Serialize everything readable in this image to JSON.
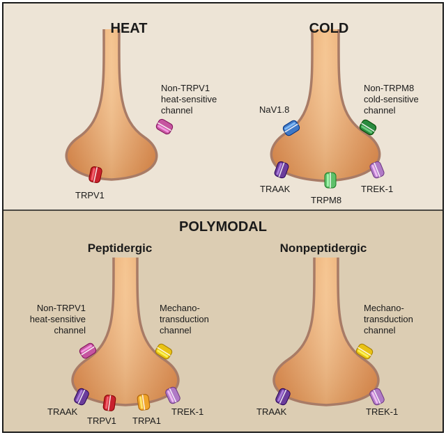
{
  "panels": {
    "heat": {
      "title": "HEAT",
      "labels": {
        "nonTrpv1_l1": "Non-TRPV1",
        "nonTrpv1_l2": "heat-sensitive",
        "nonTrpv1_l3": "channel",
        "trpv1": "TRPV1"
      }
    },
    "cold": {
      "title": "COLD",
      "labels": {
        "nav": "NaV1.8",
        "nonTrpm8_l1": "Non-TRPM8",
        "nonTrpm8_l2": "cold-sensitive",
        "nonTrpm8_l3": "channel",
        "traak": "TRAAK",
        "trpm8": "TRPM8",
        "trek1": "TREK-1"
      }
    },
    "polymodal": {
      "title": "POLYMODAL",
      "peptidergic": {
        "subtitle": "Peptidergic",
        "labels": {
          "nonTrpv1_l1": "Non-TRPV1",
          "nonTrpv1_l2": "heat-sensitive",
          "nonTrpv1_l3": "channel",
          "mech_l1": "Mechano-",
          "mech_l2": "transduction",
          "mech_l3": "channel",
          "traak": "TRAAK",
          "trpv1": "TRPV1",
          "trpa1": "TRPA1",
          "trek1": "TREK-1"
        }
      },
      "nonpeptidergic": {
        "subtitle": "Nonpeptidergic",
        "labels": {
          "mech_l1": "Mechano-",
          "mech_l2": "transduction",
          "mech_l3": "channel",
          "traak": "TRAAK",
          "trek1": "TREK-1"
        }
      }
    }
  },
  "colors": {
    "topBg": "#ede4d6",
    "bottomBg": "#dccdb3",
    "border": "#1a1a1a",
    "membrane": "#a87b66",
    "bodyLight": "#f5c48f",
    "bodyDark": "#d8874a",
    "channelPink": "#c655a0",
    "channelRed": "#c8222e",
    "channelBlue": "#3f78c6",
    "channelGreenDark": "#2a8a3e",
    "channelGreenLight": "#5fc06a",
    "channelPurpleDark": "#6b3d9b",
    "channelPurpleLight": "#b07ac6",
    "channelYellow": "#e9c214",
    "channelOrange": "#f0a52b"
  }
}
